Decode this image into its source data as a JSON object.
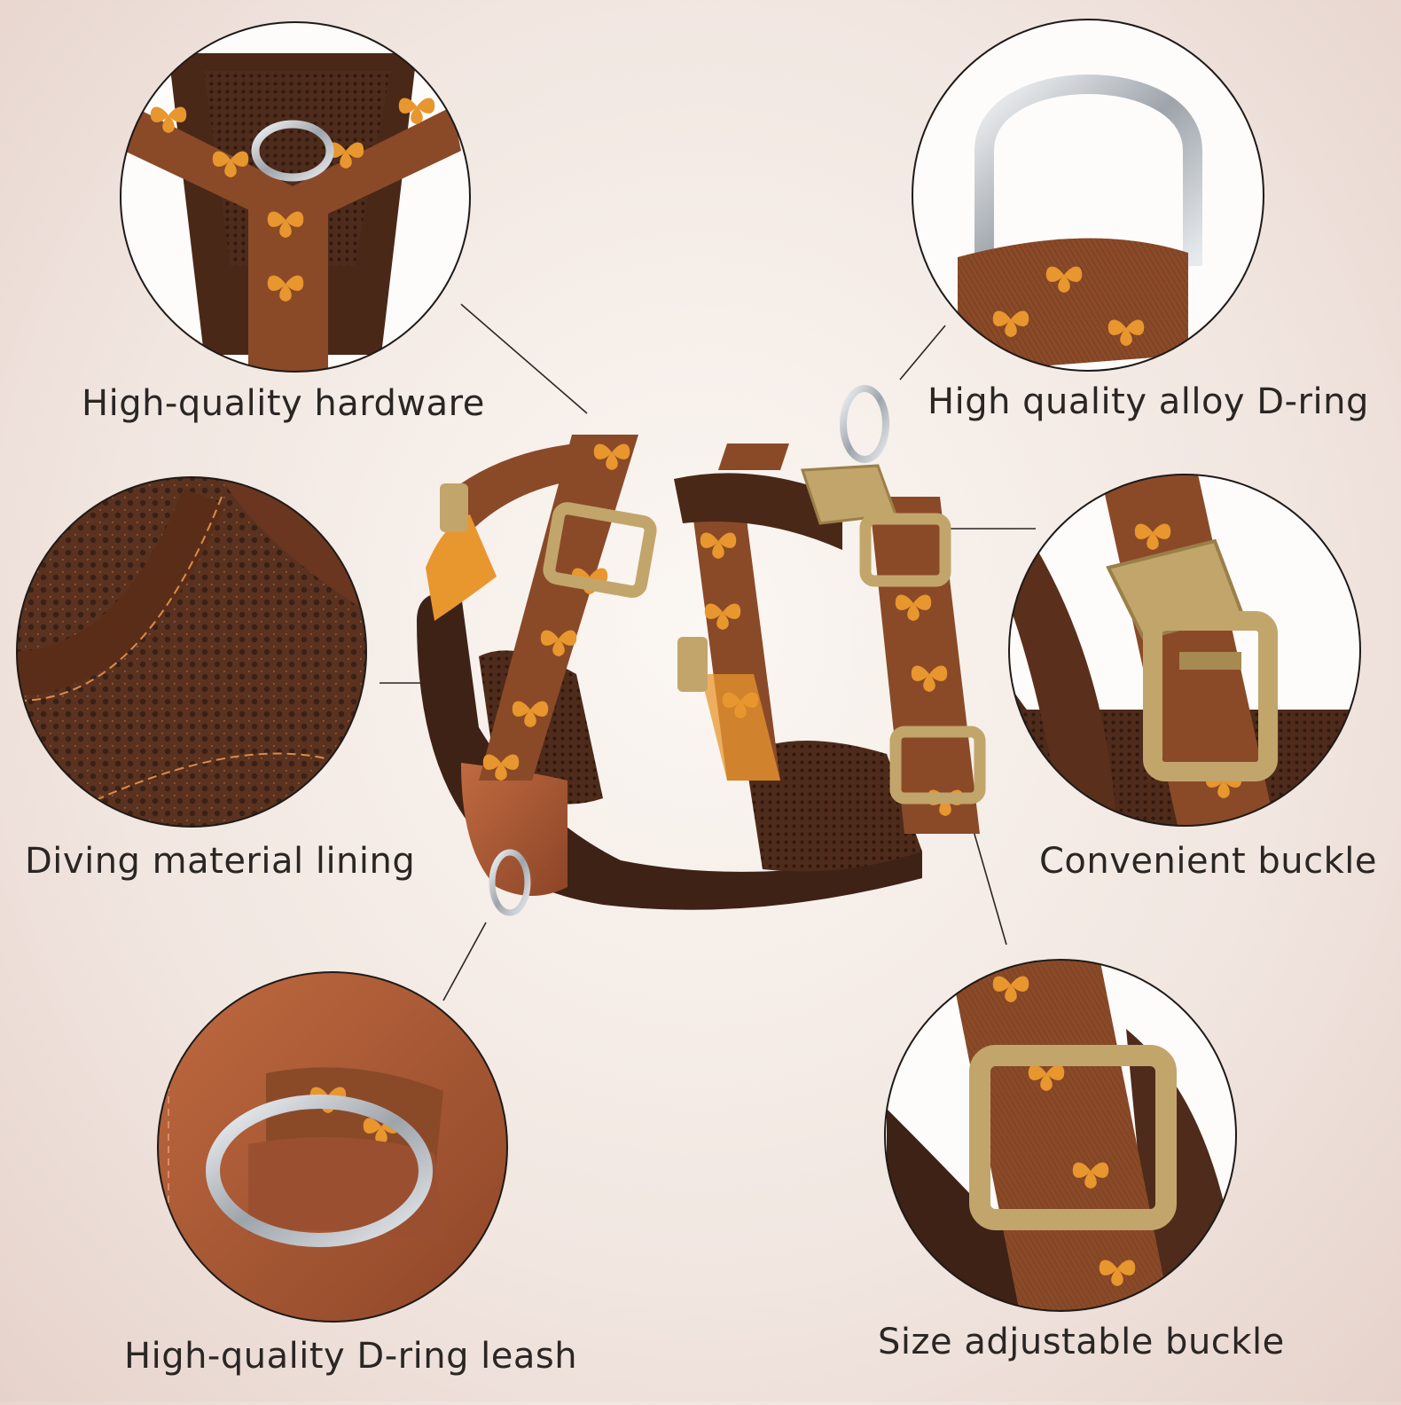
{
  "features": [
    {
      "id": "hardware",
      "label": "High-quality hardware"
    },
    {
      "id": "alloy_dring",
      "label": "High quality alloy D-ring"
    },
    {
      "id": "lining",
      "label": "Diving material lining"
    },
    {
      "id": "buckle",
      "label": "Convenient buckle"
    },
    {
      "id": "leash_dring",
      "label": "High-quality D-ring leash"
    },
    {
      "id": "adjustable",
      "label": "Size adjustable buckle"
    }
  ],
  "colors": {
    "background": "#f3e9e3",
    "strap": "#8a4a28",
    "strap_dark": "#5a2f1c",
    "pattern": "#e8962e",
    "buckle": "#c2a56a",
    "metal": "#c9cdd2",
    "leather": "#a85a35",
    "mesh": "#4a2a1c"
  }
}
